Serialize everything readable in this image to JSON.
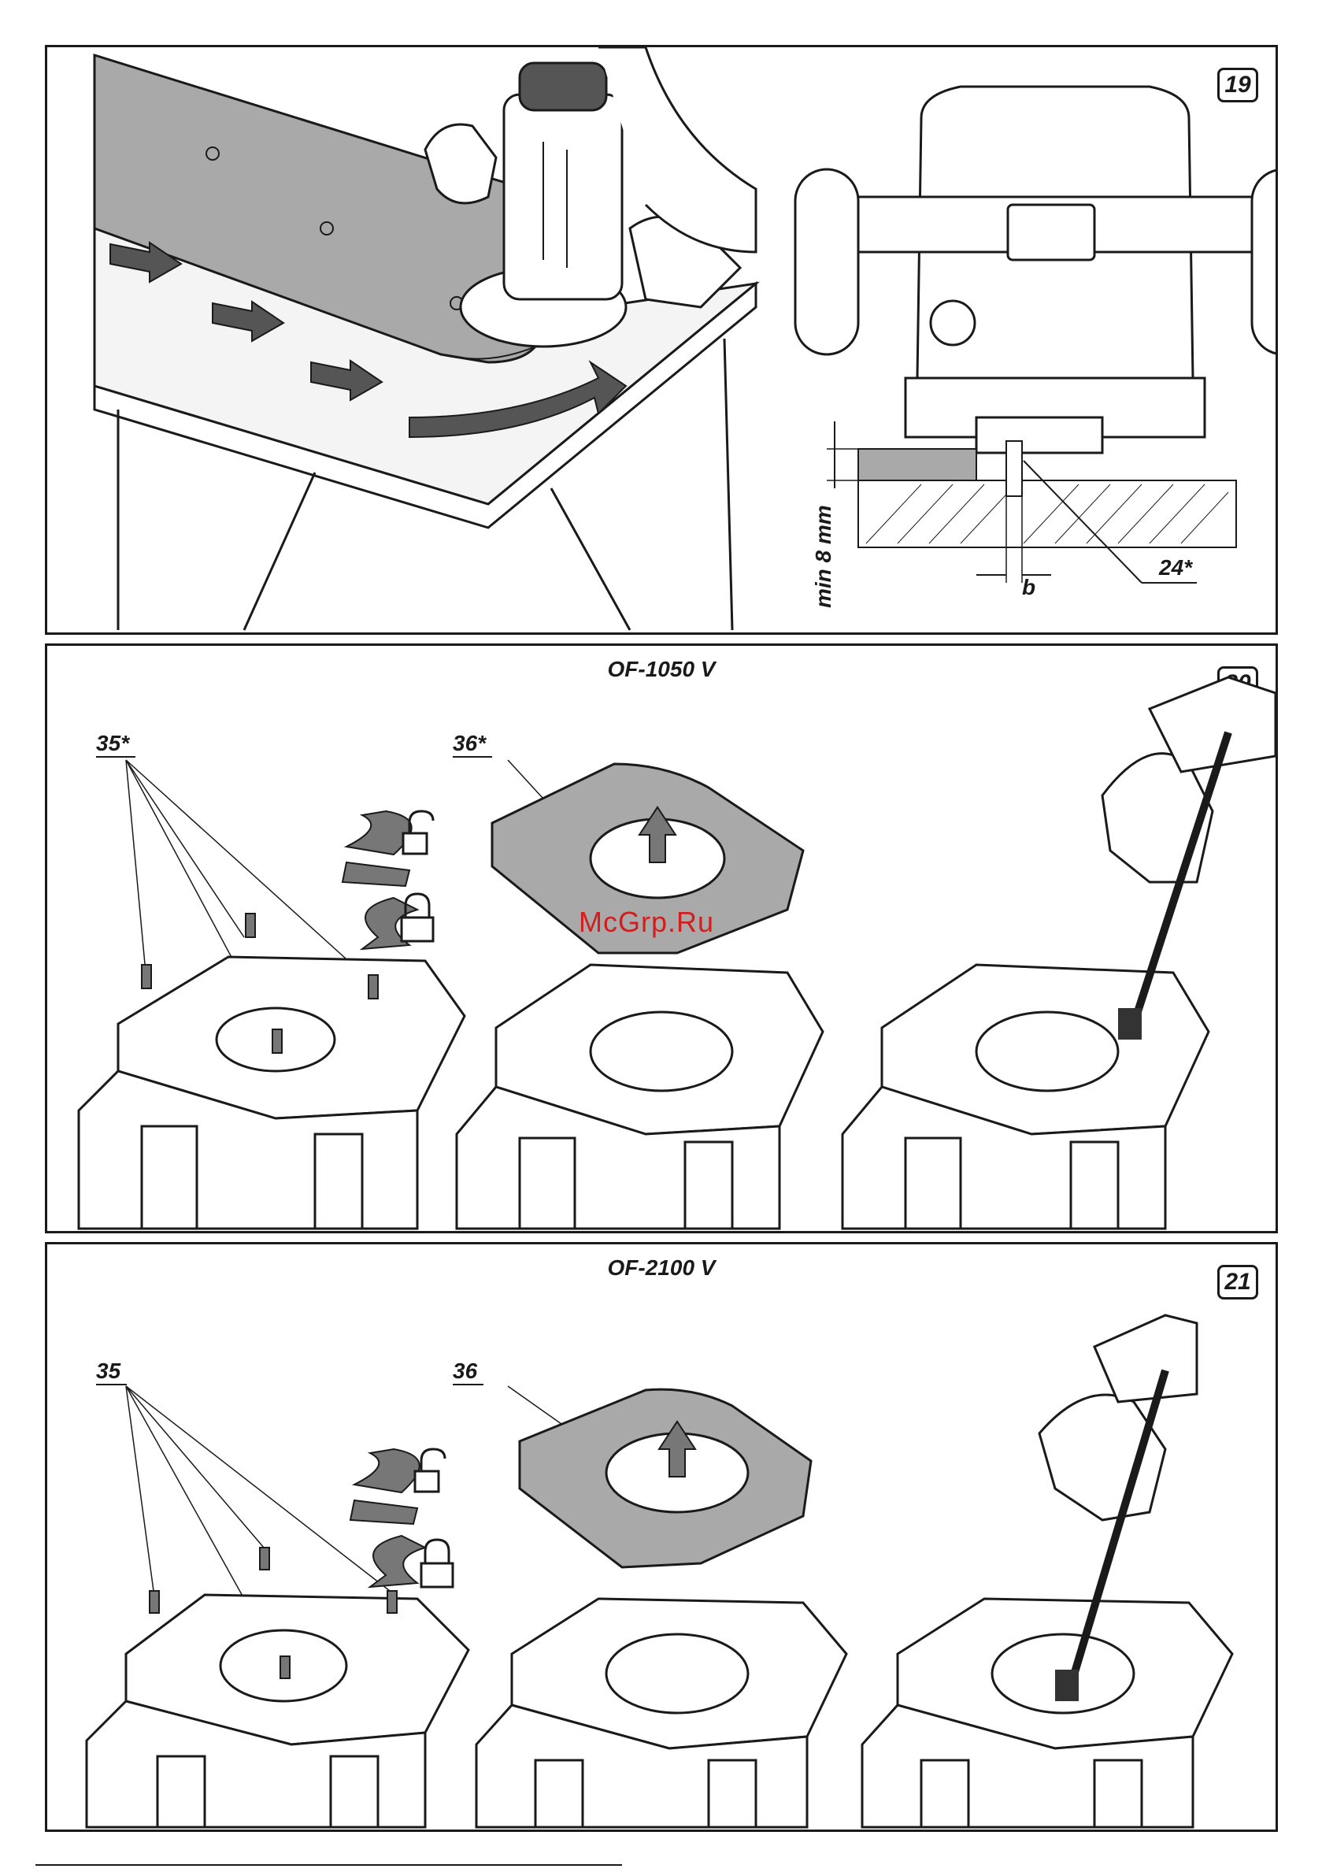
{
  "watermark": "McGrp.Ru",
  "panels": {
    "p19": {
      "number": "19",
      "labels": {
        "min_depth": "min 8 mm",
        "b": "b",
        "part_24": "24*"
      }
    },
    "p20": {
      "number": "20",
      "title": "OF-1050 V",
      "labels": {
        "part_35": "35*",
        "part_36": "36*"
      }
    },
    "p21": {
      "number": "21",
      "title": "OF-2100 V",
      "labels": {
        "part_35": "35",
        "part_36": "36"
      }
    }
  },
  "icons": [
    "unlock-icon",
    "lock-icon",
    "rotate-arrow-icon",
    "up-arrow-icon",
    "feed-arrow-icon"
  ]
}
